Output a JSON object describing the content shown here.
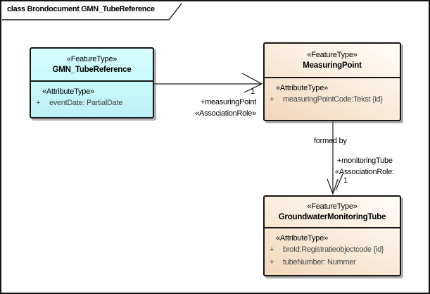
{
  "frame": {
    "title": "class Brondocument GMN_TubeReference"
  },
  "classes": [
    {
      "stereotype": "«FeatureType»",
      "name": "GMN_TubeReference",
      "attr_header": "«AttributeType»",
      "attributes": [
        {
          "vis": "+",
          "text": "eventDate: PartialDate"
        }
      ]
    },
    {
      "stereotype": "«FeatureType»",
      "name": "MeasuringPoint",
      "attr_header": "«AttributeType»",
      "attributes": [
        {
          "vis": "+",
          "text": "measuringPointCode:Tekst {id}"
        }
      ]
    },
    {
      "stereotype": "«FeatureType»",
      "name": "GroundwaterMonitoringTube",
      "attr_header": "«AttributeType»",
      "attributes": [
        {
          "vis": "+",
          "text": "broId:Registratieobjectcode {id}"
        },
        {
          "vis": "+",
          "text": "tubeNumber: Nummer"
        }
      ]
    }
  ],
  "associations": [
    {
      "multiplicity": "1",
      "role": "+measuringPoint",
      "stereotype": "«AssociationRole»"
    },
    {
      "name": "formed by",
      "role": "+monitoringTube",
      "stereotype": "«AssociationRole:",
      "multiplicity": "1"
    }
  ],
  "colors": {
    "class_cyan_fill": "#C6F8FB",
    "class_peach_fill": "#F2D6BA",
    "border": "#151515",
    "attribute_text": "#464646",
    "background": "#FFFFFF"
  }
}
